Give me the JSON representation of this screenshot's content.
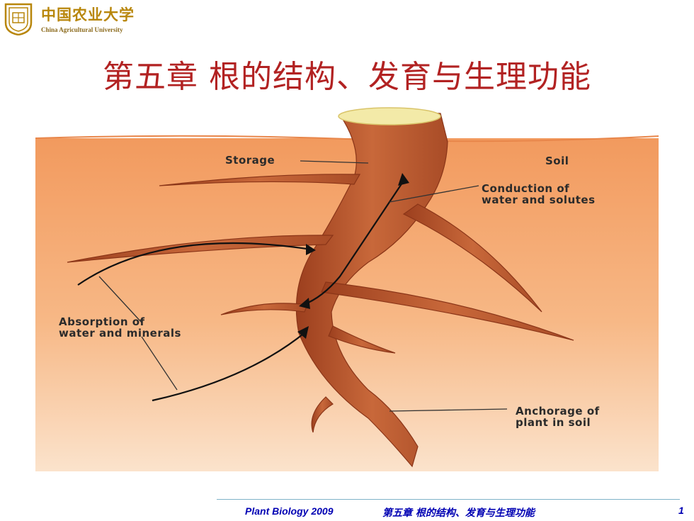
{
  "logo": {
    "university_cn": "中国农业大学",
    "university_en": "China Agricultural University"
  },
  "slide": {
    "title": "第五章 根的结构、发育与生理功能"
  },
  "diagram": {
    "labels": {
      "storage": "Storage",
      "soil": "Soil",
      "conduction_1": "Conduction of",
      "conduction_2": "water and solutes",
      "absorption_1": "Absorption of",
      "absorption_2": "water and minerals",
      "anchorage_1": "Anchorage of",
      "anchorage_2": "plant in soil"
    }
  },
  "footer": {
    "course": "Plant Biology 2009",
    "chapter": "第五章 根的结构、发育与生理功能",
    "page": "1"
  },
  "colors": {
    "title": "#b22222",
    "footer_text": "#0000b3",
    "soil": "#f4a56c",
    "root": "#b0542d"
  }
}
